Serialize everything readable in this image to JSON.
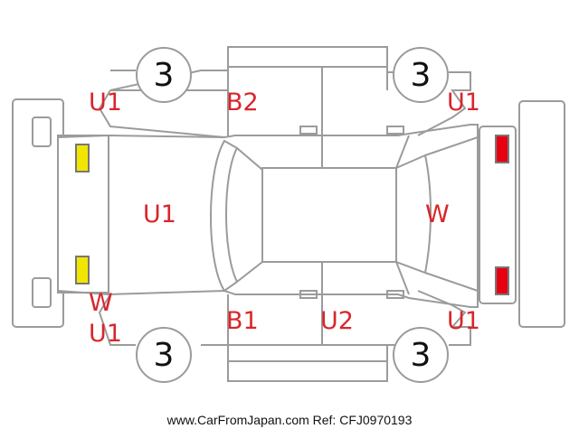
{
  "colors": {
    "outline": "#9b9b9b",
    "code_text": "#d9262c",
    "front_lamp": "#f2e600",
    "rear_lamp": "#e60012"
  },
  "tyres": {
    "front_left": "3",
    "rear_left": "3",
    "front_right": "3",
    "rear_right": "3"
  },
  "codes": {
    "front_left_fender": "U1",
    "rear_left_fender": "U1",
    "left_rear_door": "B2",
    "hood": "U1",
    "rear_glass": "W",
    "windshield": "W",
    "front_right_fender": "U1",
    "right_front_door": "B1",
    "right_rear_door": "U2",
    "rear_right_fender": "U1"
  },
  "footer": "www.CarFromJapan.com Ref: CFJ0970193"
}
